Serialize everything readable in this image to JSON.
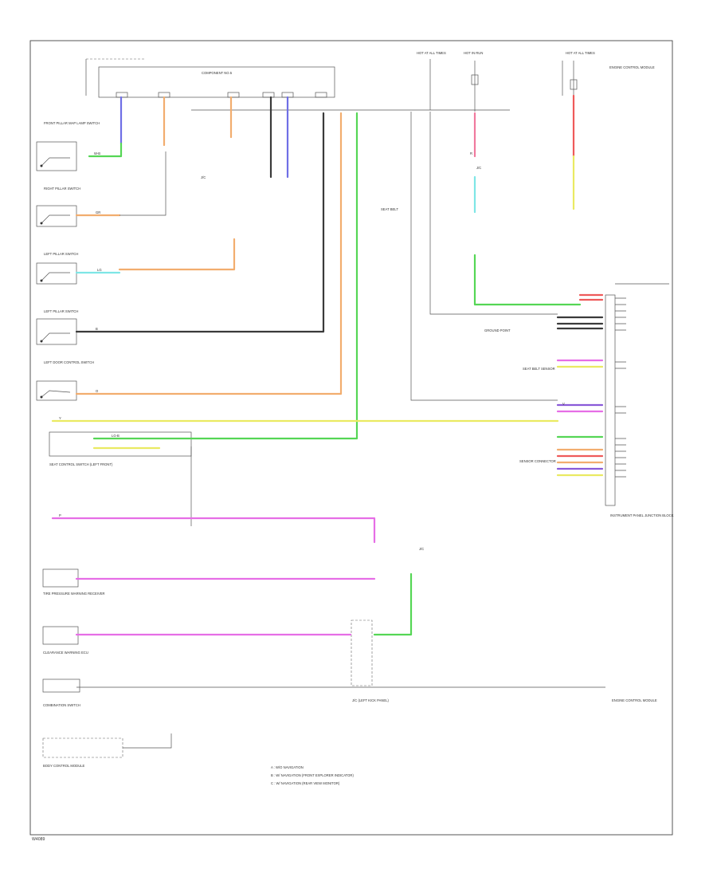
{
  "colors": {
    "blue": "#6f6fe6",
    "orange": "#f2ad6e",
    "green": "#55d655",
    "cyan": "#7ee6e6",
    "pink": "#f07a9e",
    "yellow": "#eaea62",
    "magenta": "#e66ee6",
    "black": "#3a3a3a",
    "red": "#ee5a5a",
    "purple": "#8a5ad8",
    "grey": "#9a9a9a"
  },
  "labels": {
    "footer_code": "W4089",
    "junction_block": "COMPONENT NO.5",
    "top_fuse_1": "HOT AT ALL TIMES",
    "top_fuse_2": "HOT IN RUN",
    "top_fuse_3": "HOT AT ALL TIMES",
    "right_fuse_note": "ENGINE CONTROL MODULE",
    "sw_front_pillar_r": "FRONT PILLAR MAP LAMP SWITCH",
    "sw_right_pillar": "RIGHT PILLAR SWITCH",
    "sw_left_pillar": "LEFT PILLAR SWITCH",
    "sw_left_pillar2": "LEFT PILLAR SWITCH",
    "sw_left_door": "LEFT DOOR CONTROL SWITCH",
    "seat_control": "SEAT CONTROL SWITCH (LEFT FRONT)",
    "tire_pressure": "TIRE PRESSURE WARNING RECEIVER",
    "clearance_warn": "CLEARANCE WARNING ECU",
    "sw_combo": "COMBINATION SWITCH",
    "body_ecu": "BODY CONTROL MODULE",
    "right_module": "INSTRUMENT PANEL JUNCTION BLOCK",
    "engine_module": "ENGINE CONTROL MODULE",
    "joint_lower": "J/C (LEFT KICK PANEL)",
    "legend_a": "A : W/O NAVIGATION",
    "legend_b": "B : W/ NAVIGATION (FRONT EXPLORER INDICATOR)",
    "legend_c": "C : W/ NAVIGATION (REAR VIEW MONITOR)",
    "seat_belt": "SEAT BELT",
    "seat_belt_sensor": "SEAT BELT SENSOR",
    "sensor_connector": "SENSOR CONNECTOR",
    "ground_pt": "GROUND POINT",
    "jc_1": "J/C",
    "jc_2": "J/C",
    "jc_3": "J/C",
    "wire_w": "W-B",
    "wire_gr": "GR",
    "wire_lg": "LG",
    "wire_r": "R",
    "wire_y": "Y",
    "wire_p": "P",
    "wire_b": "B",
    "wire_lgb": "LG-B",
    "wire_v": "V",
    "wire_o": "O"
  }
}
